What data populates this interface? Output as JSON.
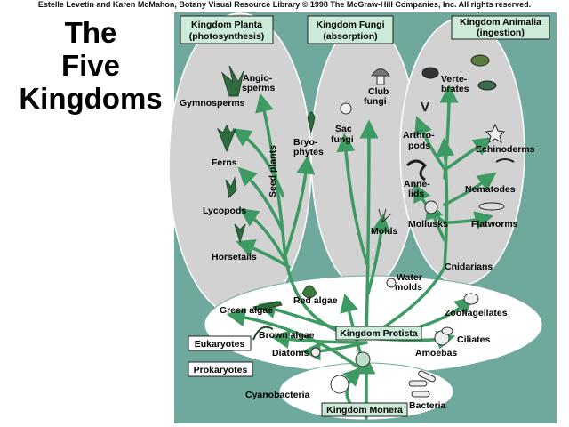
{
  "credit": "Estelle Levetin and Karen McMahon, Botany Visual Resource Library © 1998 The McGraw-Hill Companies, Inc. All rights reserved.",
  "title": [
    "The",
    "Five",
    "Kingdoms"
  ],
  "colors": {
    "panel": "#6fa89c",
    "ellipse": "#d2d2d2",
    "arrow": "#3d9a62",
    "label_box": "#ccebd8"
  },
  "kingdoms": {
    "plantae": [
      "Kingdom Planta",
      "(photosynthesis)"
    ],
    "fungi": [
      "Kingdom Fungi",
      "(absorption)"
    ],
    "animalia": [
      "Kingdom Animalia",
      "(ingestion)"
    ],
    "protista": "Kingdom Protista",
    "monera": "Kingdom Monera"
  },
  "plants": {
    "angiosperms": [
      "Angio-",
      "sperms"
    ],
    "gymnosperms": "Gymnosperms",
    "seed_plants": "Seed plants",
    "ferns": "Ferns",
    "bryophytes": [
      "Bryo-",
      "phytes"
    ],
    "lycopods": "Lycopods",
    "horsetails": "Horsetails"
  },
  "fungi": {
    "club": [
      "Club",
      "fungi"
    ],
    "sac": [
      "Sac",
      "fungi"
    ],
    "molds": "Molds"
  },
  "animals": {
    "vertebrates": [
      "Verte-",
      "brates"
    ],
    "arthropods": [
      "Arthro-",
      "pods"
    ],
    "echinoderms": "Echinoderms",
    "annelids": [
      "Anne-",
      "lids"
    ],
    "nematodes": "Nematodes",
    "mollusks": "Mollusks",
    "flatworms": "Flatworms",
    "cnidarians": "Cnidarians"
  },
  "protists": {
    "red_algae": "Red algae",
    "water_molds": [
      "Water",
      "molds"
    ],
    "green_algae": "Green algae",
    "zooflagellates": "Zooflagellates",
    "brown_algae": "Brown algae",
    "ciliates": "Ciliates",
    "diatoms": "Diatoms",
    "amoebas": "Amoebas"
  },
  "bacteria": {
    "cyanobacteria": "Cyanobacteria",
    "bacteria": "Bacteria"
  },
  "sidebar": {
    "eukaryotes": "Eukaryotes",
    "prokaryotes": "Prokaryotes"
  }
}
